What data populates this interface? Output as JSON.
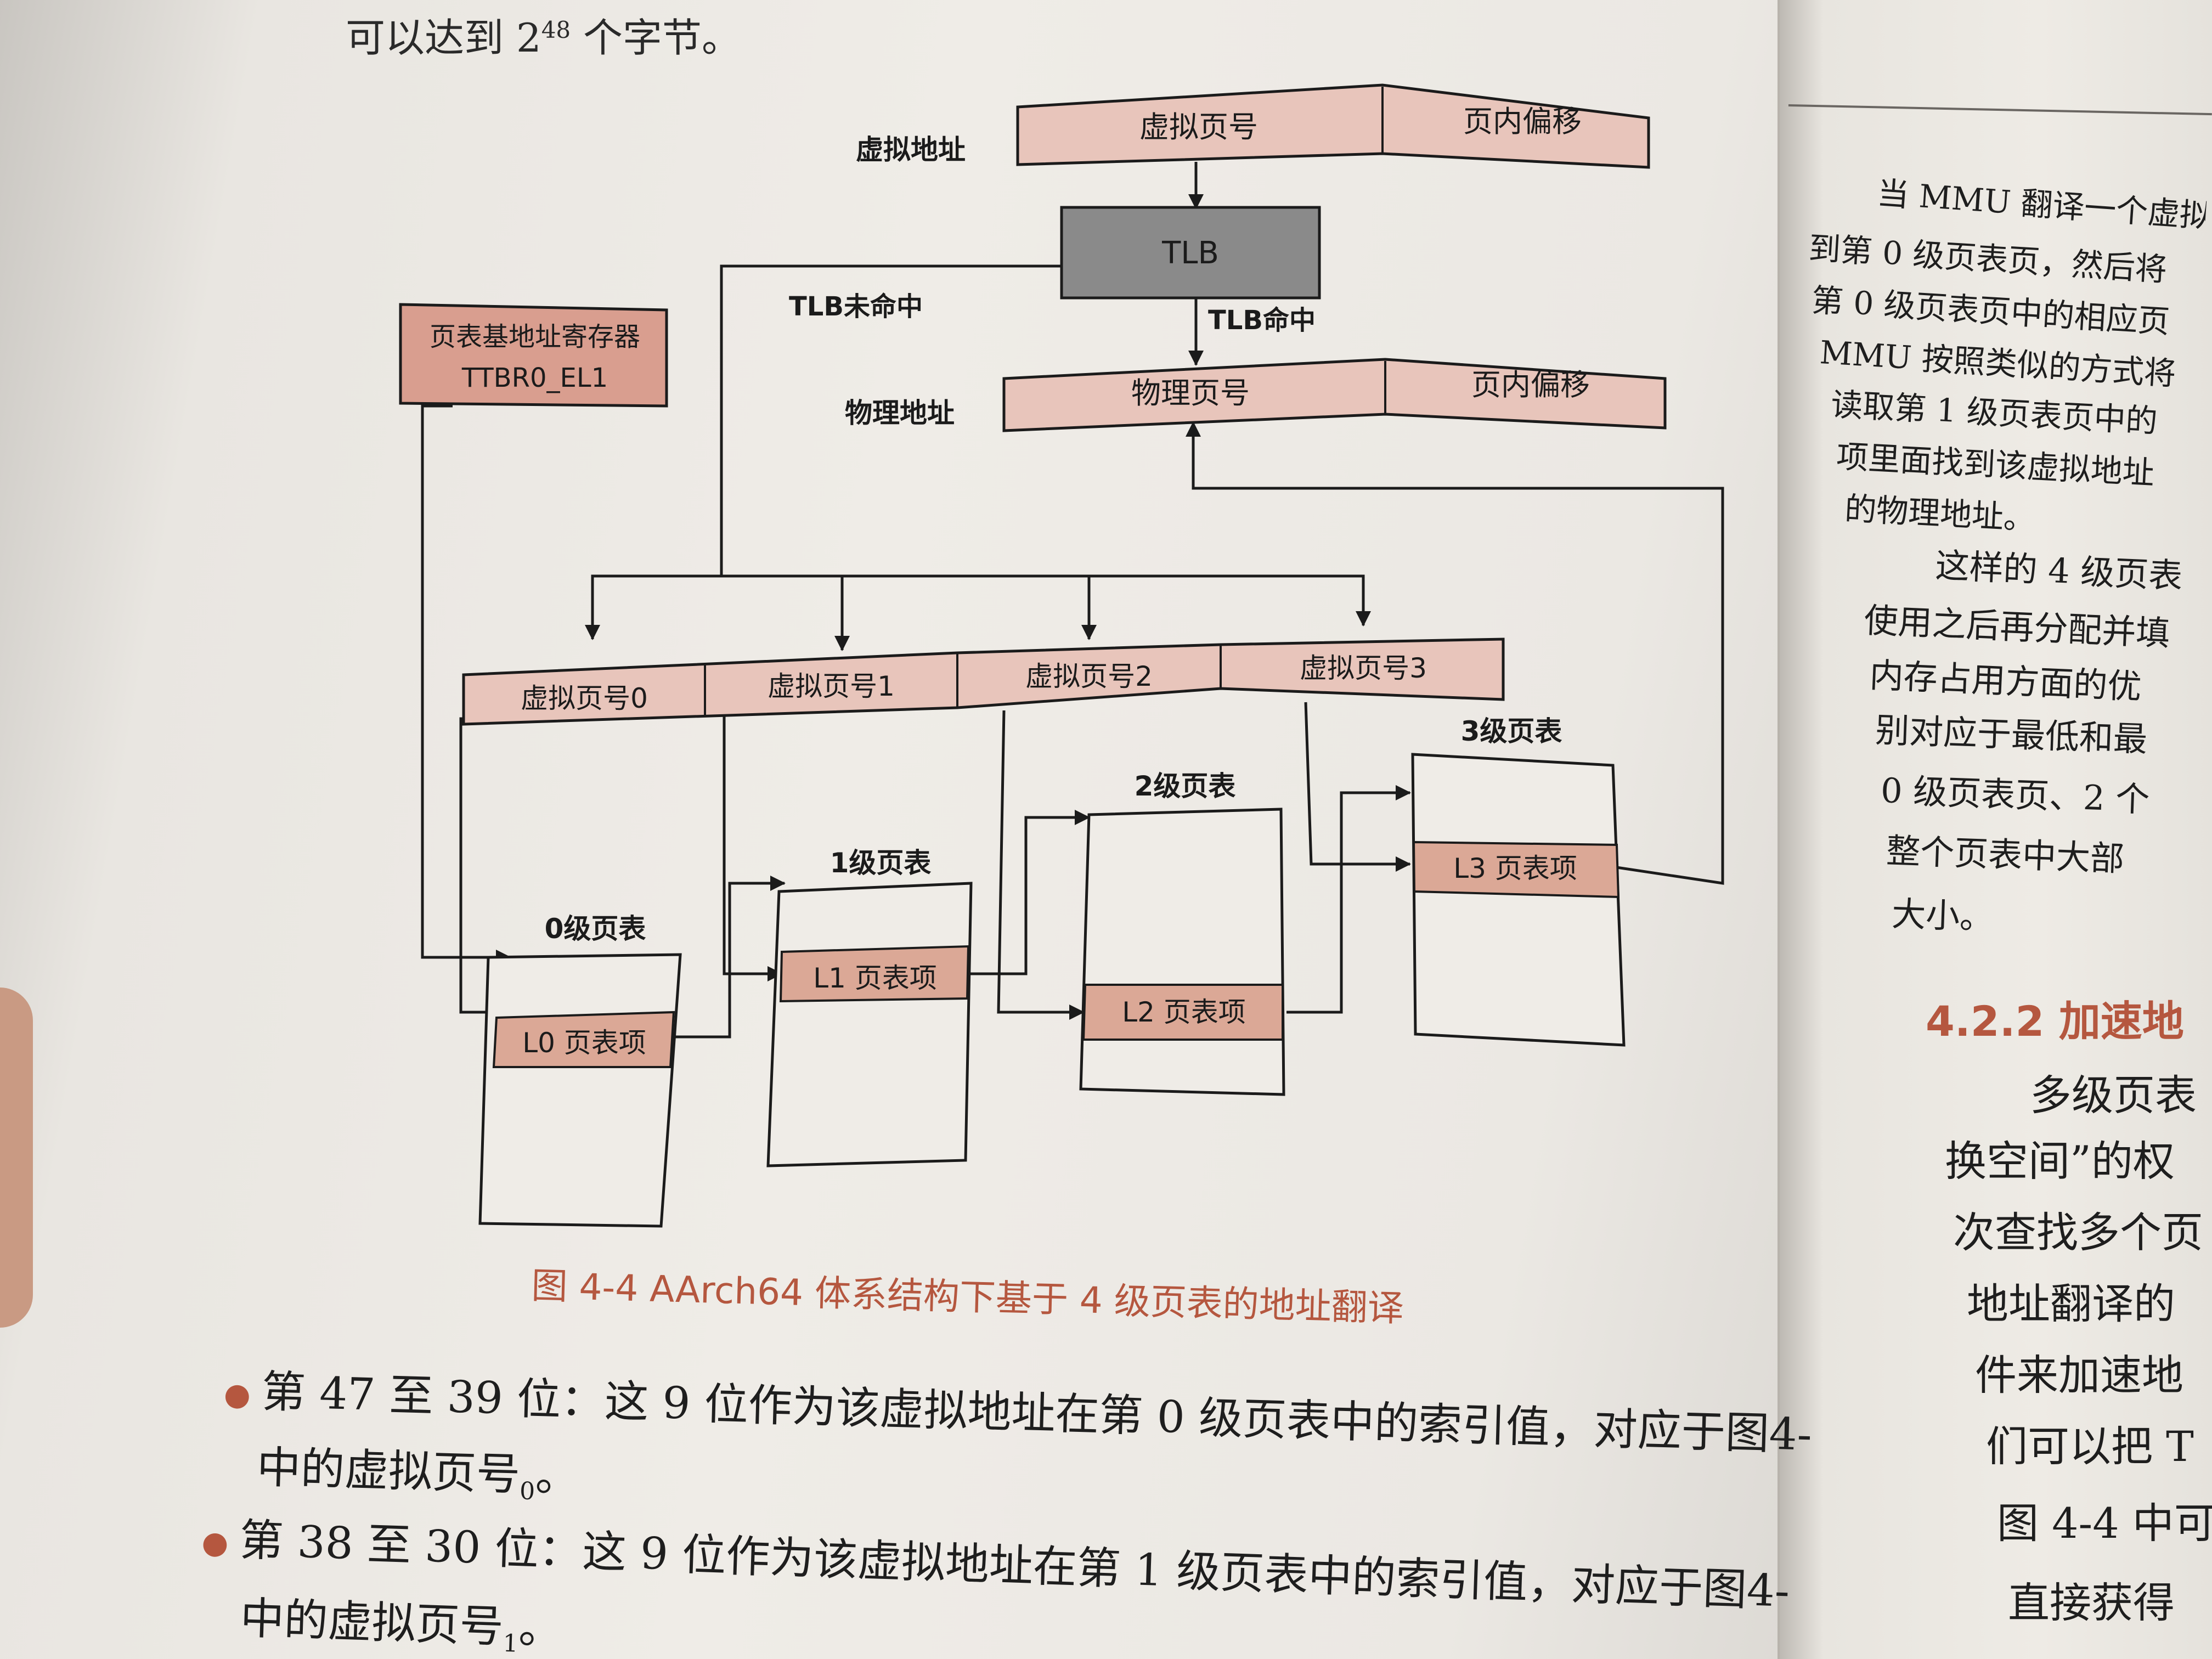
{
  "top_text": {
    "prefix": "可以达到 2",
    "exponent": "48",
    "suffix": " 个字节。"
  },
  "diagram": {
    "virtual_address_label": "虚拟地址",
    "physical_address_label": "物理地址",
    "va_vpn": "虚拟页号",
    "va_offset": "页内偏移",
    "tlb": "TLB",
    "tlb_miss": "TLB未命中",
    "tlb_hit": "TLB命中",
    "pa_ppn": "物理页号",
    "pa_offset": "页内偏移",
    "ttbr_line1": "页表基地址寄存器",
    "ttbr_line2": "TTBR0_EL1",
    "vpn0": "虚拟页号0",
    "vpn1": "虚拟页号1",
    "vpn2": "虚拟页号2",
    "vpn3": "虚拟页号3",
    "l0_title": "0级页表",
    "l1_title": "1级页表",
    "l2_title": "2级页表",
    "l3_title": "3级页表",
    "l0_entry": "L0 页表项",
    "l1_entry": "L1 页表项",
    "l2_entry": "L2 页表项",
    "l3_entry": "L3 页表项",
    "colors": {
      "pink": "#e8c5bb",
      "entry": "#dba896",
      "ttbr": "#d99e8f",
      "tlb": "#8a8a8a",
      "caption": "#b5573f"
    }
  },
  "caption": "图 4-4   AArch64 体系结构下基于 4 级页表的地址翻译",
  "bullets": [
    {
      "line1": "第 47 至 39 位：这 9 位作为该虚拟地址在第 0 级页表中的索引值，对应于图4-",
      "line2": "中的虚拟页号",
      "sub": "0",
      "end": "。"
    },
    {
      "line1": "第 38 至 30 位：这 9 位作为该虚拟地址在第 1 级页表中的索引值，对应于图4-",
      "line2": "中的虚拟页号",
      "sub": "1",
      "end": "。"
    }
  ],
  "right_column": {
    "para1": [
      "当 MMU 翻译一个虚拟",
      "到第 0 级页表页，然后将",
      "第 0 级页表页中的相应页",
      "MMU 按照类似的方式将",
      "读取第 1 级页表页中的",
      "项里面找到该虚拟地址",
      "的物理地址。"
    ],
    "para2": [
      "这样的 4 级页表",
      "使用之后再分配并填",
      "内存占用方面的优",
      "别对应于最低和最",
      "0 级页表页、2 个",
      "整个页表中大部",
      "大小。"
    ],
    "section": "4.2.2   加速地",
    "para3": [
      "多级页表",
      "换空间”的权",
      "次查找多个页",
      "地址翻译的",
      "件来加速地",
      "们可以把 T",
      "图 4-4 中可",
      "直接获得"
    ]
  }
}
